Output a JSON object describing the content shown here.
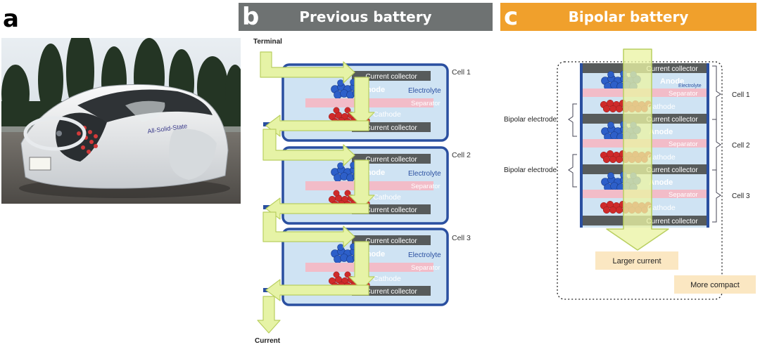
{
  "panels": {
    "a": {
      "letter": "a",
      "car_badge": "All-Solid-State"
    },
    "b": {
      "letter": "b",
      "title": "Previous battery",
      "terminal_label": "Terminal",
      "current_label": "Current",
      "cells": [
        {
          "label": "Cell 1",
          "top_collector": "Current collector",
          "anode": "Anode",
          "electrolyte": "Electrolyte",
          "separator": "Separator",
          "cathode": "Cathode",
          "bottom_collector": "Current collector"
        },
        {
          "label": "Cell 2",
          "top_collector": "Current collector",
          "anode": "Anode",
          "electrolyte": "Electrolyte",
          "separator": "Separator",
          "cathode": "Cathode",
          "bottom_collector": "Current collector"
        },
        {
          "label": "Cell 3",
          "top_collector": "Current collector",
          "anode": "Anode",
          "electrolyte": "Electrolyte",
          "separator": "Separator",
          "cathode": "Cathode",
          "bottom_collector": "Current collector"
        }
      ]
    },
    "c": {
      "letter": "c",
      "title": "Bipolar battery",
      "stack": [
        {
          "collector": "Current collector",
          "anode": "Anode",
          "electrolyte": "Electrolyte",
          "separator": "Separator",
          "cathode": "Cathode"
        },
        {
          "collector": "Current collector",
          "anode": "Anode",
          "separator": "Separator",
          "cathode": "Cathode"
        },
        {
          "collector": "Current collector",
          "anode": "Anode",
          "separator": "Separator",
          "cathode": "Cathode"
        }
      ],
      "bottom_collector": "Current collector",
      "cell_labels": [
        "Cell 1",
        "Cell 2",
        "Cell 3"
      ],
      "bipolar_labels": [
        "Bipolar electrode",
        "Bipolar electrode"
      ],
      "larger_current": "Larger current",
      "more_compact": "More compact"
    }
  },
  "colors": {
    "header_b": "#6e7272",
    "header_c": "#f0a02c",
    "cell_border": "#2a4fa0",
    "cell_fill": "#cfe3f3",
    "collector": "#575b5b",
    "separator": "#f2bcc8",
    "anode": "#2d5fc9",
    "cathode": "#cf2a2a",
    "arrow": "#e6f3a6",
    "arrow_stroke": "#b9cf60",
    "label_bg": "#fbe7c2"
  }
}
